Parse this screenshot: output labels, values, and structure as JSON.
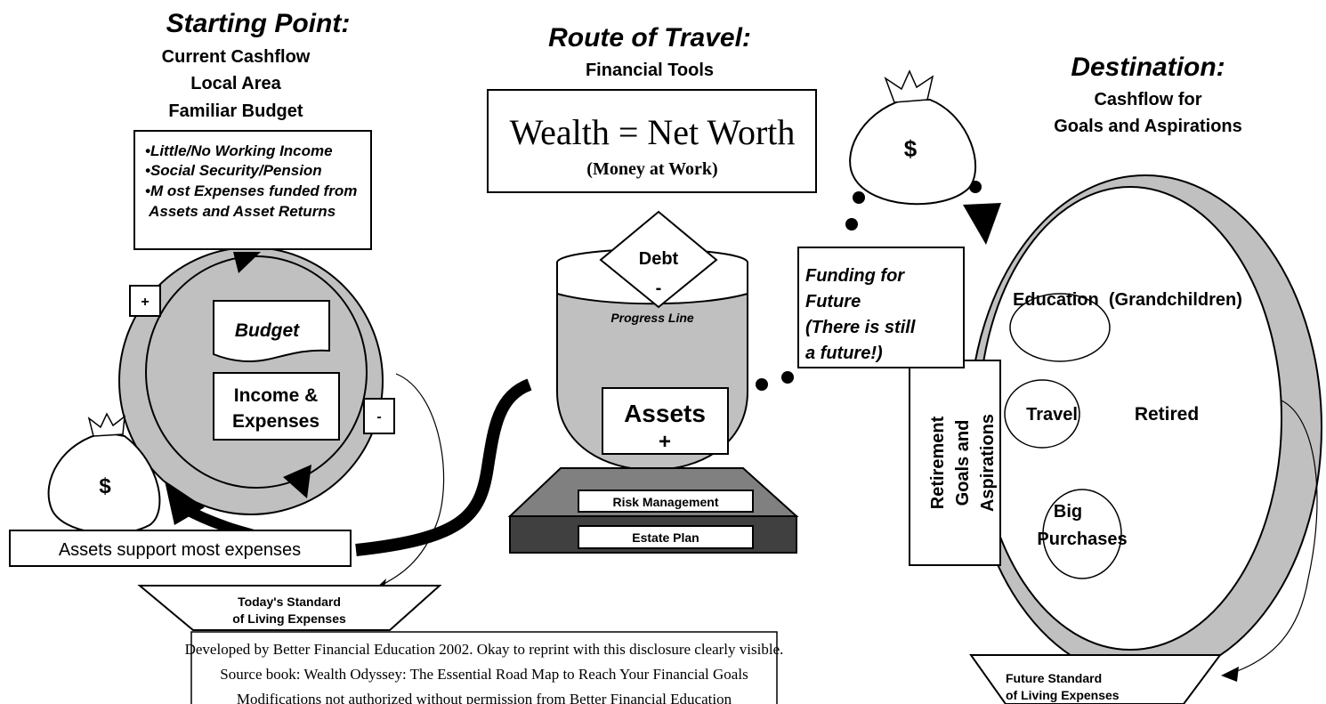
{
  "header": {
    "starting": {
      "title": "Starting Point:",
      "lines": [
        "Current Cashflow",
        "Local Area",
        "Familiar Budget"
      ]
    },
    "route": {
      "title": "Route of Travel:",
      "subtitle": "Financial Tools"
    },
    "destination": {
      "title": "Destination:",
      "lines": [
        "Cashflow for",
        "Goals and Aspirations"
      ]
    }
  },
  "left": {
    "notes": [
      "•Little/No Working Income",
      "•Social Security/Pension",
      "•M ost Expenses funded from",
      " Assets and Asset Returns"
    ],
    "plus": "+",
    "minus": "-",
    "budget": "Budget",
    "income_expenses": [
      "Income &",
      "Expenses"
    ],
    "money_bag_symbol": "$",
    "assets_support": "Assets support most expenses",
    "standard": [
      "Today's Standard",
      "of Living Expenses"
    ]
  },
  "center": {
    "wealth": "Wealth = Net Worth",
    "money_at_work": "(Money at Work)",
    "debt": "Debt",
    "debt_minus": "-",
    "progress_line": "Progress Line",
    "assets": "Assets",
    "assets_plus": "+",
    "risk_management": "Risk Management",
    "estate_plan": "Estate Plan"
  },
  "right": {
    "money_bag_symbol": "$",
    "funding": [
      "Funding for",
      "Future",
      "(There is still",
      "a future!)"
    ],
    "education": "Education  (Grandchildren)",
    "travel": "Travel",
    "retired": "Retired",
    "big_purchases": [
      "Big",
      "Purchases"
    ],
    "retirement_goals": [
      "Retirement",
      "Goals and",
      "Aspirations"
    ],
    "future_standard": [
      "Future Standard",
      "of Living Expenses"
    ]
  },
  "footer": {
    "lines": [
      "Developed by Better Financial Education 2002. Okay to reprint with this disclosure clearly visible.",
      "Source book: Wealth Odyssey: The Essential Road Map to Reach Your Financial Goals",
      "Modifications not authorized without permission from Better Financial Education"
    ]
  }
}
